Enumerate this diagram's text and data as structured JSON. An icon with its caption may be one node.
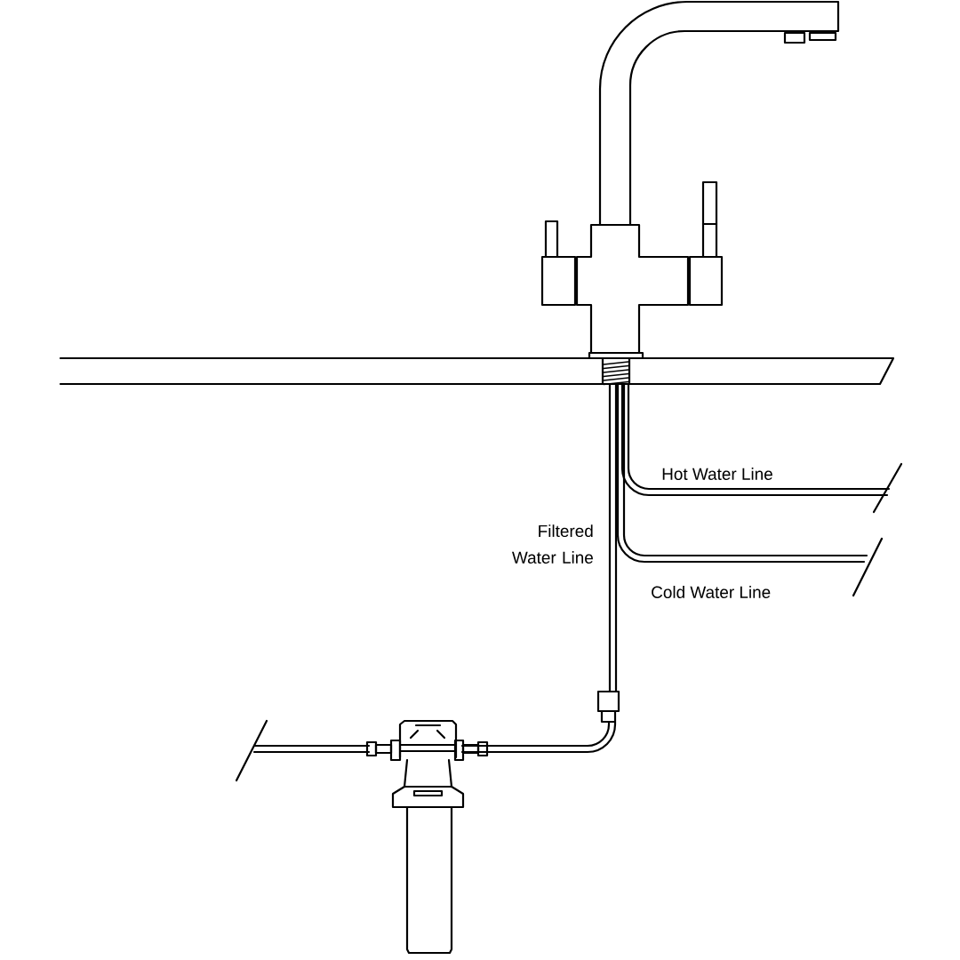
{
  "diagram": {
    "labels": [
      "Hot Water Line",
      "Filtered Water Line",
      "Cold Water Line"
    ]
  }
}
